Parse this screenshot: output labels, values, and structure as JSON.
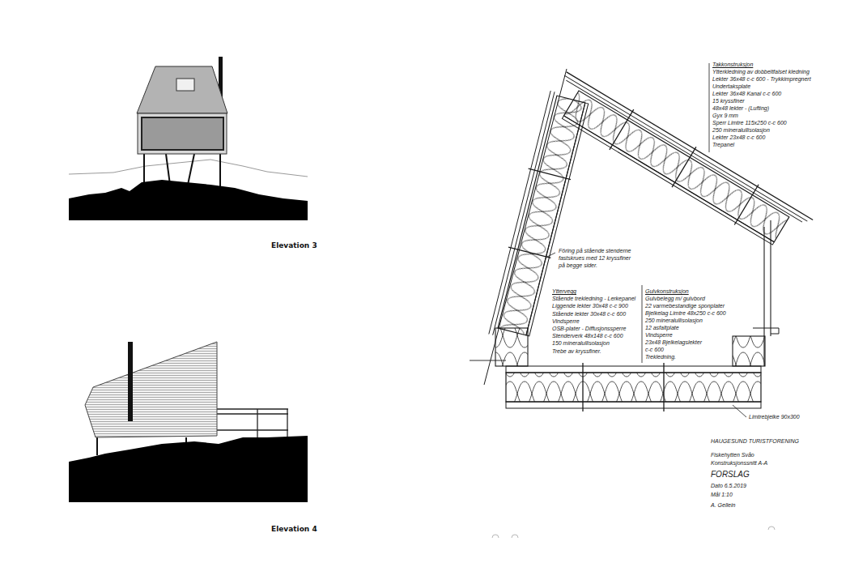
{
  "diagram": {
    "labels": [
      "Elevation 3",
      "Elevation 4",
      "Takkonstruksjon",
      "Ytterkledning av dobbeltfalset kledning",
      "Lekter 36x48 c-c 600 - Trykkimpregnert",
      "Undertaksplate",
      "Lekter 36x48 Kanal c-c 600",
      "15 kryssfiner",
      "48x48 lekter - (Lufting)",
      "Gyx 9 mm",
      "Sperr Limtre 115x250 c-c 600",
      "250 mineralullisolasjon",
      "Lekter 23x48 c-c 600",
      "Trepanel",
      "Fôring på stående stenderne",
      "fastskrues med 12 kryssfiner",
      "på begge sider.",
      "Yttervegg",
      "Stående trekledning - Lerkepanel",
      "Liggende lekter 30x48 c-c 900",
      "Stående lekter 30x48 c-c 600",
      "Vindsperre",
      "OSB-plater - Diffusjonssperre",
      "Stenderverk 48x148 c-c 600",
      "150 mineralullisolasjon",
      "Trebe av kryssfiner.",
      "Gulvkonstruksjon",
      "Gulvbelegg m/ gulvbord",
      "22 varmebestandige sponplater",
      "Bjelkelag Limtre 48x250 c-c 600",
      "250 mineralullisolasjon",
      "12 asfaltplate",
      "Vindsperre",
      "23x48 Bjelkelagslekter",
      "c-c 600",
      "Trekledning.",
      "Limtrebjelke 90x300",
      "HAUGESUND TURISTFORENING",
      "Fiskehytten Svåo",
      "Konstruksjonssnitt A-A",
      "FORSLAG",
      "Dato 6.5.2019",
      "Mål 1:10",
      "A. Gellein"
    ]
  }
}
